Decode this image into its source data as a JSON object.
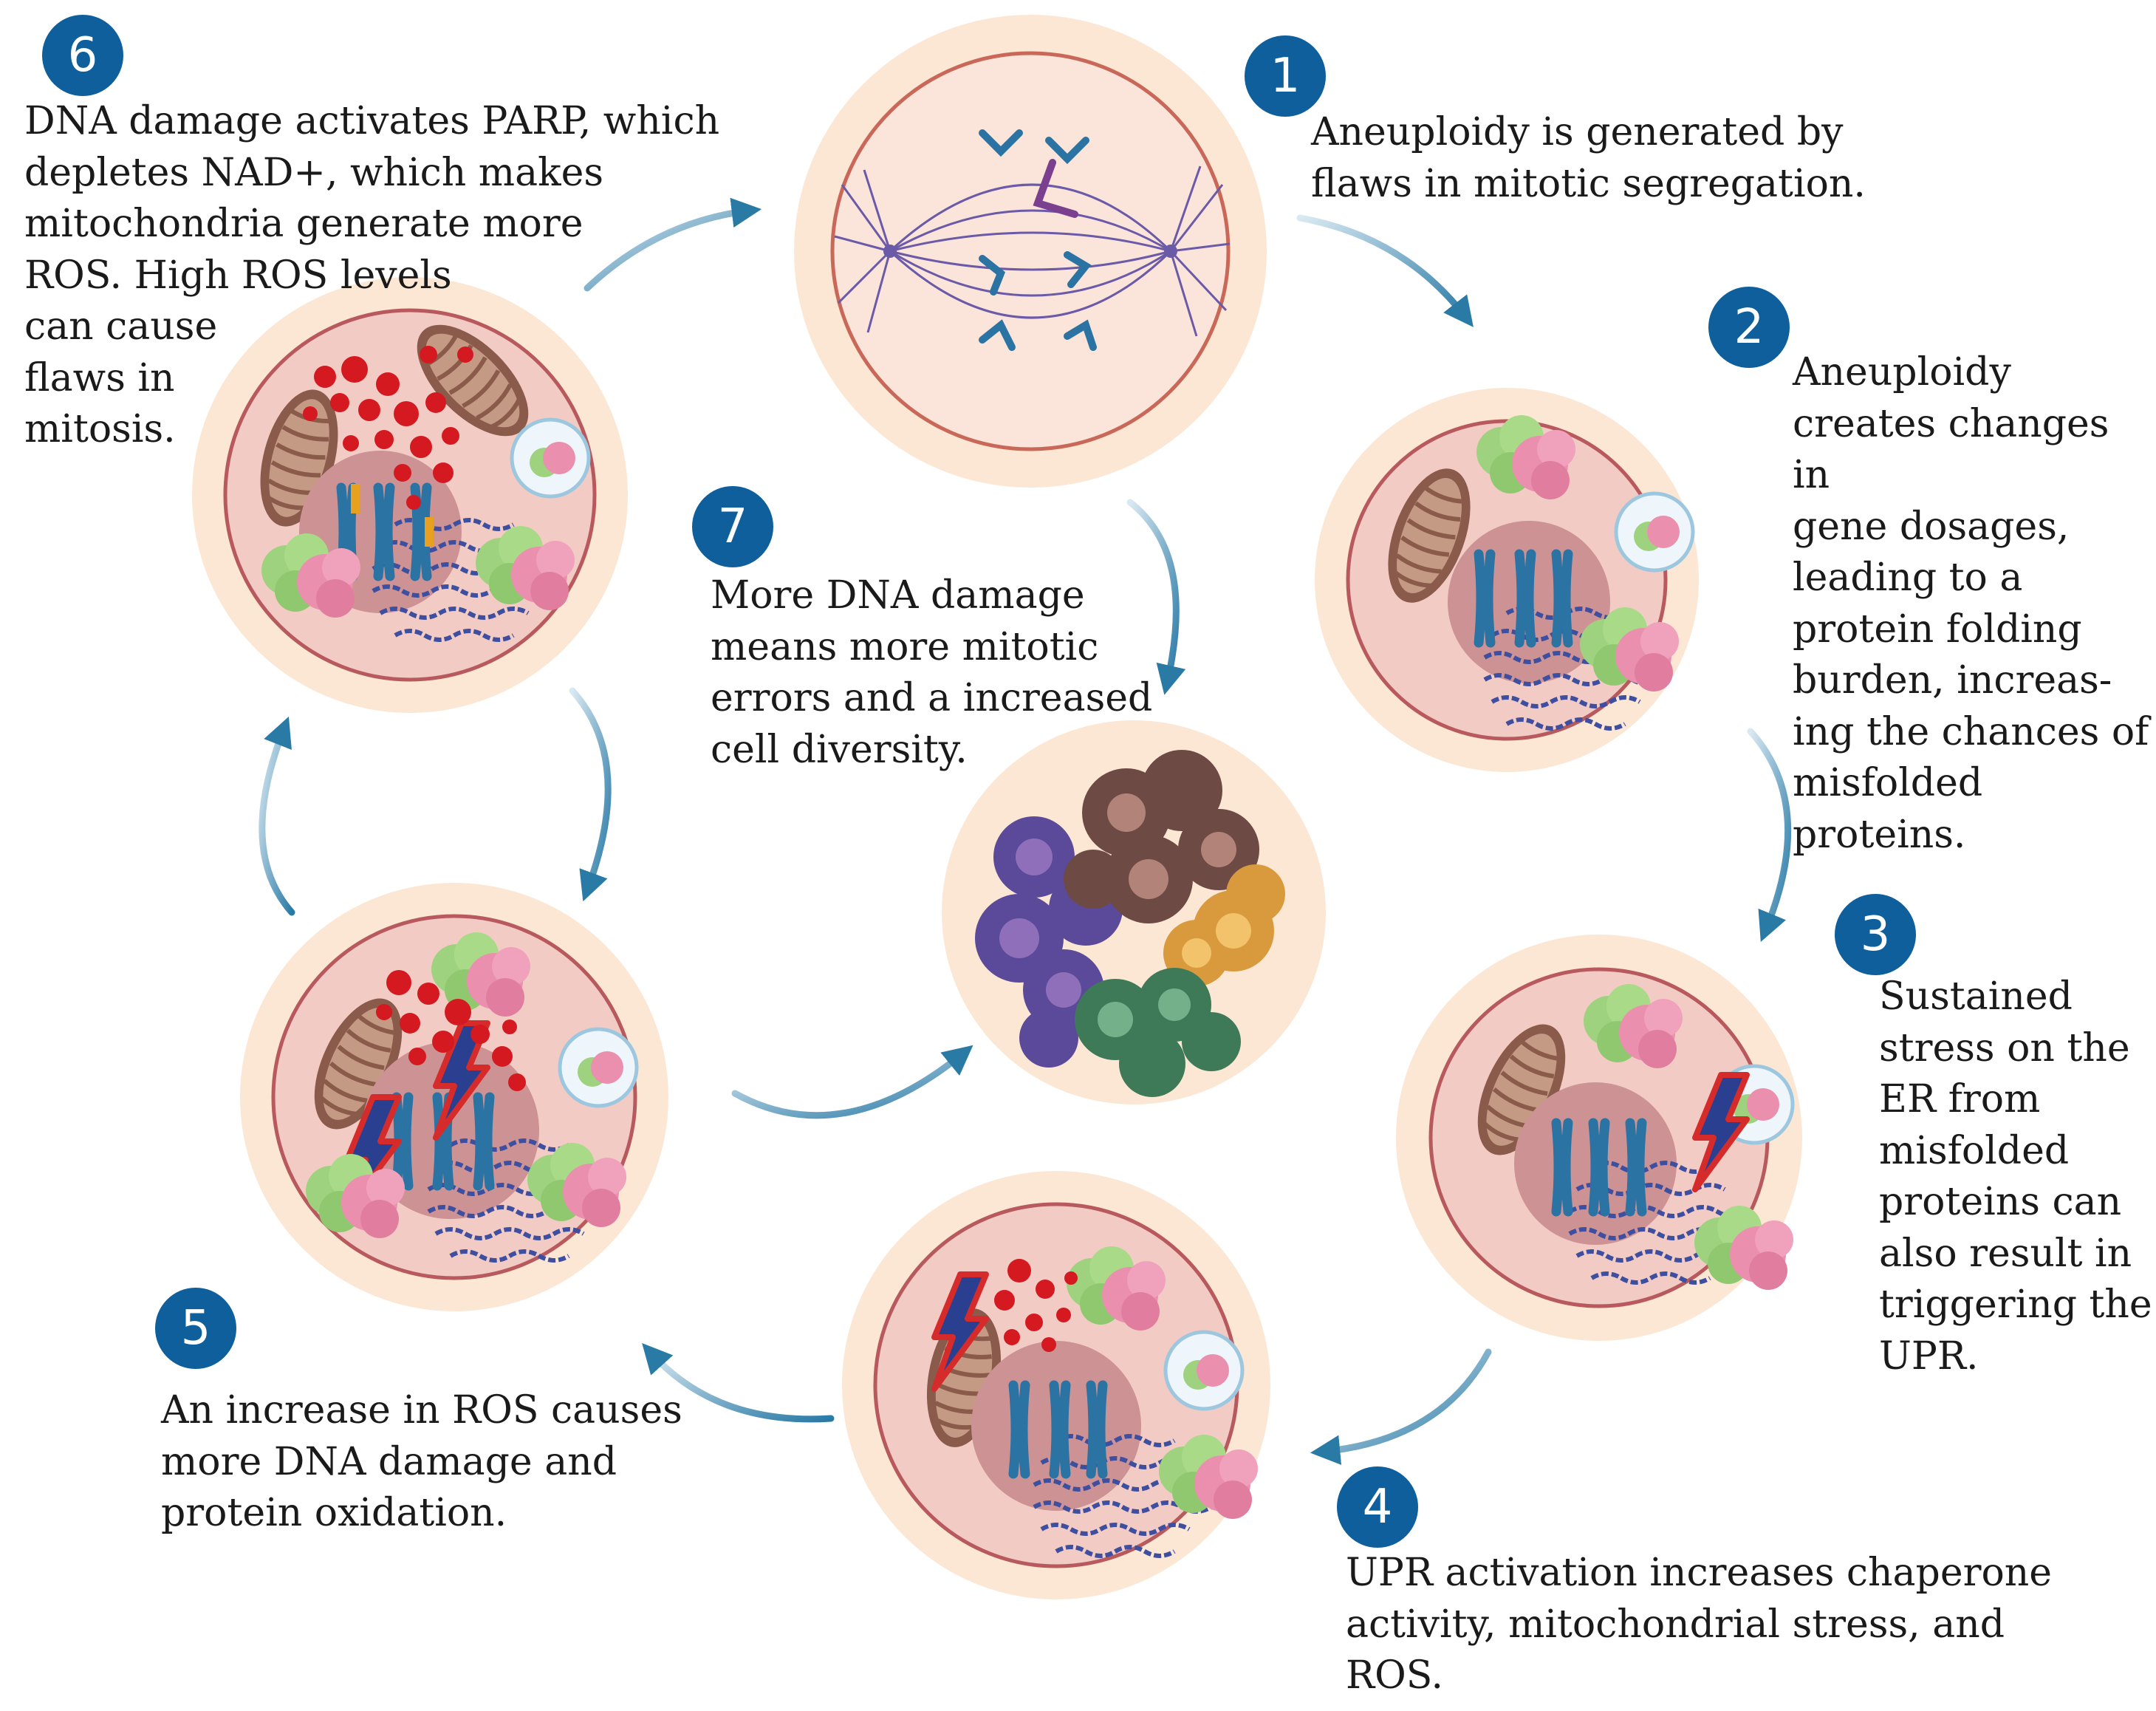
{
  "colors": {
    "badge": "#0f5f9c",
    "halo": "#fce7d4",
    "cell_fill": "#f3cbc5",
    "cell_border": "#b8595d",
    "nucleus": "#cc9294",
    "chromosome": "#2a73a3",
    "ros": "#d41920",
    "mitochondria": "#8a5a4a",
    "er": "#3f4fa0",
    "arrow": "#2a7aa6",
    "lightning": "#d62b2b",
    "spindle": "#6b5aa8"
  },
  "steps": [
    {
      "number": "1",
      "text": "Aneuploidy is generated by\nflaws in mitotic segregation."
    },
    {
      "number": "2",
      "text": "Aneuploidy\ncreates changes in\ngene dosages,\nleading to a\nprotein folding\nburden, increas-\ning the chances of\nmisfolded\nproteins."
    },
    {
      "number": "3",
      "text": "Sustained\nstress on the\nER from\nmisfolded\nproteins can\nalso result in\ntriggering the\nUPR."
    },
    {
      "number": "4",
      "text": "UPR activation increases chaperone\nactivity, mitochondrial stress, and\nROS."
    },
    {
      "number": "5",
      "text": "An increase in ROS causes\nmore DNA damage and\nprotein oxidation."
    },
    {
      "number": "6",
      "text": "DNA damage activates PARP, which\ndepletes NAD+, which makes\nmitochondria generate more\nROS. High ROS levels\ncan cause\nflaws in\nmitosis."
    },
    {
      "number": "7",
      "text": "More DNA damage\nmeans more mitotic\nerrors and a increased\ncell diversity."
    }
  ],
  "icons": [
    "mitotic-spindle-icon",
    "cell-icon",
    "mitochondria-icon",
    "nucleus-icon",
    "chromosome-icon",
    "endoplasmic-reticulum-icon",
    "lysosome-icon",
    "protein-aggregate-icon",
    "ros-droplet-icon",
    "lightning-dna-damage-icon",
    "tumor-cell-cluster-icon",
    "flow-arrow-icon"
  ]
}
